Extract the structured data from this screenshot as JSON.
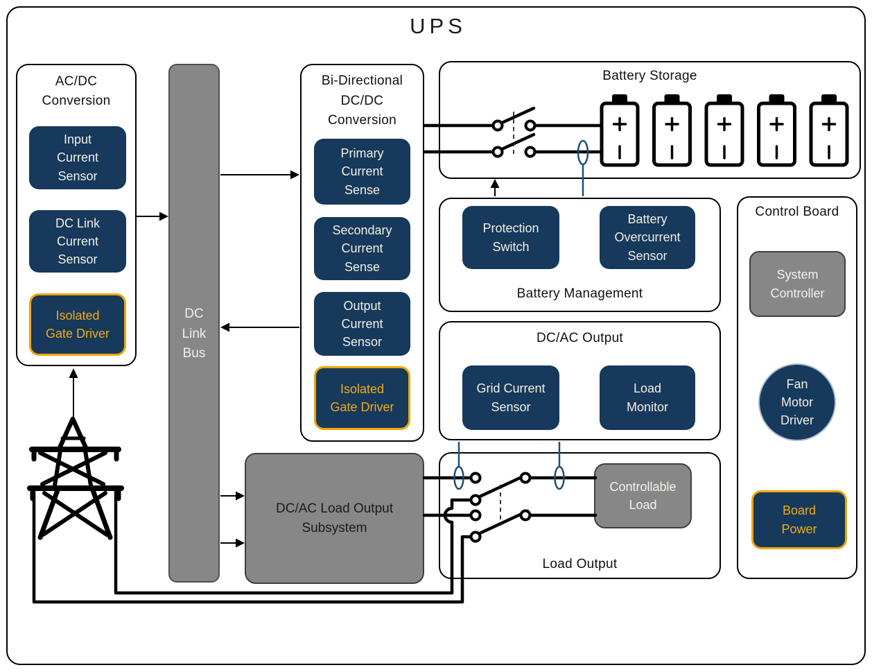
{
  "title": "UPS",
  "colors": {
    "navy": "#16395c",
    "gold": "#f0a500",
    "gray": "#878787",
    "coil_blue": "#1d4e74",
    "line_black": "#000000"
  },
  "acdc": {
    "title": "AC/DC Conversion",
    "input_sensor": "Input Current Sensor",
    "dclink_sensor": "DC Link Current Sensor",
    "gate_driver": "Isolated Gate Driver"
  },
  "bus": {
    "label": "DC Link Bus"
  },
  "bidi": {
    "title": "Bi-Directional DC/DC Conversion",
    "primary": "Primary Current Sense",
    "secondary": "Secondary Current Sense",
    "output": "Output Current Sensor",
    "gate_driver": "Isolated Gate Driver"
  },
  "battery_storage": {
    "title": "Battery Storage",
    "battery_count": 5,
    "battery_plus": "+",
    "battery_minus": "−"
  },
  "battery_mgmt": {
    "label": "Battery Management",
    "protection_switch": "Protection Switch",
    "overcurrent_sensor": "Battery Overcurrent Sensor"
  },
  "dcac_output": {
    "title": "DC/AC Output",
    "grid_sensor": "Grid Current Sensor",
    "load_monitor": "Load Monitor"
  },
  "load_output": {
    "label": "Load Output",
    "controllable_load": "Controllable Load"
  },
  "control_board": {
    "title": "Control Board",
    "system_controller": "System Controller",
    "fan_motor_driver": "Fan Motor Driver",
    "board_power": "Board Power"
  },
  "subsystem": {
    "label": "DC/AC Load Output Subsystem"
  }
}
